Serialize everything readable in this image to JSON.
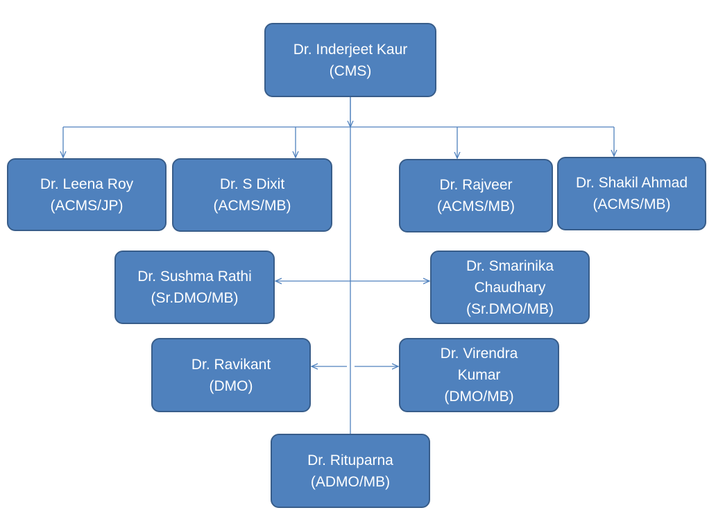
{
  "diagram": {
    "colors": {
      "box_fill": "#4f81bd",
      "box_border": "#385d8a",
      "box_text": "#ffffff",
      "connector": "#4f81bd"
    },
    "nodes": {
      "cms": {
        "name": "Dr. Inderjeet Kaur",
        "role": "(CMS)"
      },
      "leena": {
        "name": "Dr. Leena Roy",
        "role": "(ACMS/JP)"
      },
      "dixit": {
        "name": "Dr. S Dixit",
        "role": "(ACMS/MB)"
      },
      "rajveer": {
        "name": "Dr. Rajveer",
        "role": "(ACMS/MB)"
      },
      "shakil": {
        "name": "Dr. Shakil Ahmad",
        "role": "(ACMS/MB)"
      },
      "sushma": {
        "name": "Dr. Sushma Rathi",
        "role": "(Sr.DMO/MB)"
      },
      "smarinika": {
        "name_line1": "Dr. Smarinika",
        "name_line2": "Chaudhary",
        "role": "(Sr.DMO/MB)"
      },
      "ravikant": {
        "name": "Dr. Ravikant",
        "role": "(DMO)"
      },
      "virendra": {
        "name_line1": "Dr. Virendra",
        "name_line2": "Kumar",
        "role": "(DMO/MB)"
      },
      "rituparna": {
        "name": "Dr. Rituparna",
        "role": "(ADMO/MB)"
      }
    }
  }
}
